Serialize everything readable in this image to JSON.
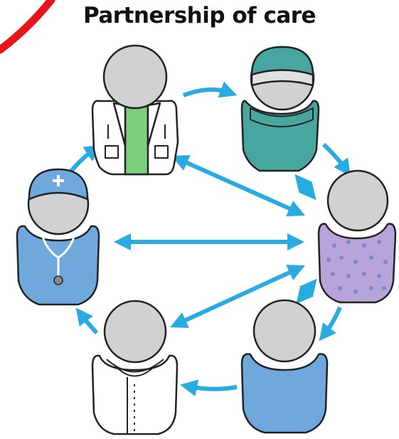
{
  "title": "Partnership of care",
  "colors": {
    "arrow": "#29abe2",
    "outline": "#222222",
    "head": "#d1d1d1",
    "surgeon_gown": "#47a6a0",
    "surgeon_cap_band": "#e0e0e0",
    "doctor_shirt": "#7ccf7c",
    "nurse_tunic": "#6fa8dc",
    "patient_gown": "#b7a4d8",
    "patient_gown_dots": "#7b88c9",
    "staff_tunic": "#6fa8dc",
    "carer_shirt": "#ffffff",
    "corner_mark": "#e8141b"
  },
  "people": [
    {
      "role": "doctor",
      "icon": "doctor-white-coat-icon"
    },
    {
      "role": "surgeon",
      "icon": "surgeon-scrubs-icon"
    },
    {
      "role": "patient",
      "icon": "patient-gown-icon"
    },
    {
      "role": "staff",
      "icon": "blue-tunic-staff-icon"
    },
    {
      "role": "carer",
      "icon": "buttoned-shirt-carer-icon"
    },
    {
      "role": "nurse",
      "icon": "nurse-stethoscope-icon"
    }
  ]
}
